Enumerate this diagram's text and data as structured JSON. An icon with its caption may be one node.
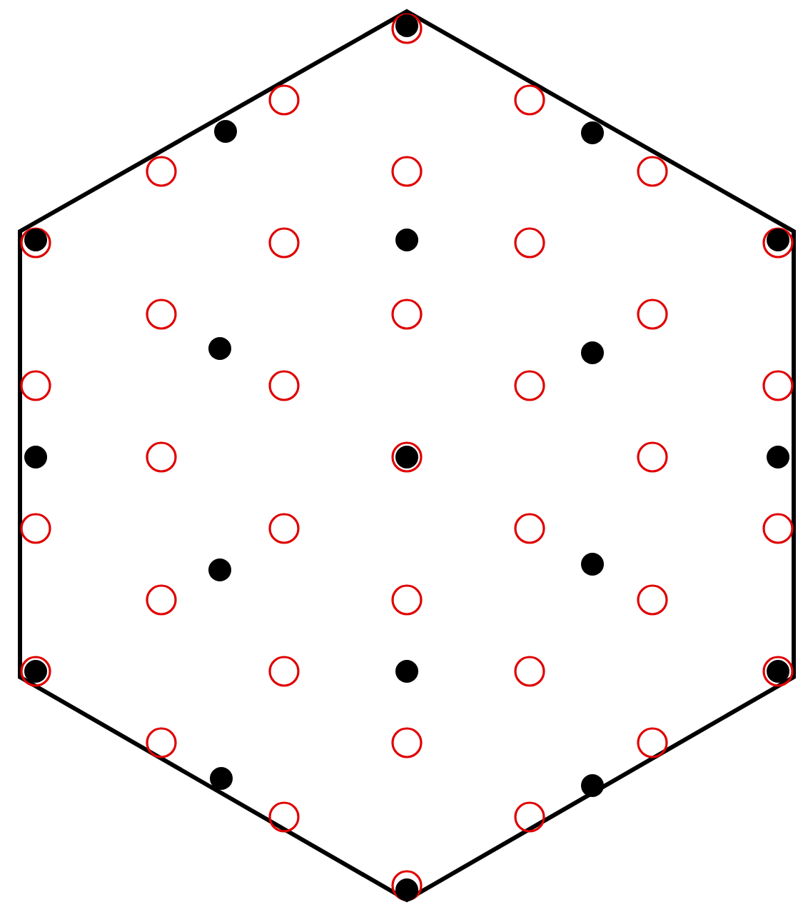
{
  "diagram": {
    "nodes": [
      {
        "text": [],
        "shape": "hexagon"
      },
      {
        "text": [],
        "shape": "circle",
        "in": 0
      },
      {
        "text": [],
        "shape": "circle",
        "in": 0
      },
      {
        "text": [],
        "shape": "circle",
        "in": 0
      },
      {
        "text": [],
        "shape": "circle",
        "in": 0
      },
      {
        "text": [],
        "shape": "circle",
        "in": 0
      },
      {
        "text": [],
        "shape": "circle",
        "in": 0
      },
      {
        "text": [],
        "shape": "circle",
        "in": 0
      },
      {
        "text": [],
        "shape": "circle",
        "in": 0
      },
      {
        "text": [],
        "shape": "circle",
        "in": 0
      },
      {
        "text": [],
        "shape": "circle",
        "in": 0
      },
      {
        "text": [],
        "shape": "circle",
        "in": 0
      },
      {
        "text": [],
        "shape": "circle",
        "in": 0
      },
      {
        "text": [],
        "shape": "circle",
        "in": 0
      },
      {
        "text": [],
        "shape": "circle",
        "in": 0
      },
      {
        "text": [],
        "shape": "circle",
        "in": 0
      },
      {
        "text": [],
        "shape": "circle",
        "in": 0
      },
      {
        "text": [],
        "shape": "circle",
        "in": 0
      },
      {
        "text": [],
        "shape": "circle",
        "in": 0
      },
      {
        "text": [],
        "shape": "circle",
        "in": 0
      },
      {
        "text": [],
        "shape": "circle",
        "in": 0
      },
      {
        "text": [],
        "shape": "circle",
        "in": 0
      },
      {
        "text": [],
        "shape": "circle",
        "in": 0
      },
      {
        "text": [],
        "shape": "circle",
        "in": 0
      },
      {
        "text": [],
        "shape": "circle",
        "in": 0
      },
      {
        "text": [],
        "shape": "circle",
        "in": 0
      },
      {
        "text": [],
        "shape": "circle",
        "in": 0
      },
      {
        "text": [],
        "shape": "circle",
        "in": 0
      },
      {
        "text": [],
        "shape": "circle",
        "in": 0
      },
      {
        "text": [],
        "shape": "circle",
        "in": 0
      },
      {
        "text": [],
        "shape": "circle",
        "in": 0
      },
      {
        "text": [],
        "shape": "circle",
        "in": 0
      },
      {
        "text": [],
        "shape": "circle",
        "in": 0
      },
      {
        "text": [],
        "shape": "circle",
        "in": 0
      },
      {
        "text": [],
        "shape": "circle",
        "in": 0
      },
      {
        "text": [],
        "shape": "circle",
        "in": 0
      },
      {
        "text": [],
        "shape": "circle",
        "in": 0
      },
      {
        "text": [],
        "shape": "circle",
        "in": 0
      },
      {
        "text": [],
        "shape": "dot",
        "in": 1
      },
      {
        "text": [],
        "shape": "dot",
        "in": 0
      },
      {
        "text": [],
        "shape": "dot",
        "in": 0
      },
      {
        "text": [],
        "shape": "dot",
        "in": 7
      },
      {
        "text": [],
        "shape": "dot",
        "in": 0
      },
      {
        "text": [],
        "shape": "dot",
        "in": 10
      },
      {
        "text": [],
        "shape": "dot",
        "in": 0
      },
      {
        "text": [],
        "shape": "dot",
        "in": 0
      },
      {
        "text": [],
        "shape": "dot",
        "in": 0
      },
      {
        "text": [],
        "shape": "dot",
        "in": 19
      },
      {
        "text": [],
        "shape": "dot",
        "in": 0
      },
      {
        "text": [],
        "shape": "dot",
        "in": 0
      },
      {
        "text": [],
        "shape": "dot",
        "in": 0
      },
      {
        "text": [],
        "shape": "dot",
        "in": 28
      },
      {
        "text": [],
        "shape": "dot",
        "in": 0
      },
      {
        "text": [],
        "shape": "dot",
        "in": 31
      },
      {
        "text": [],
        "shape": "dot",
        "in": 0
      },
      {
        "text": [],
        "shape": "dot",
        "in": 0
      },
      {
        "text": [],
        "shape": "dot",
        "in": 37
      }
    ]
  }
}
